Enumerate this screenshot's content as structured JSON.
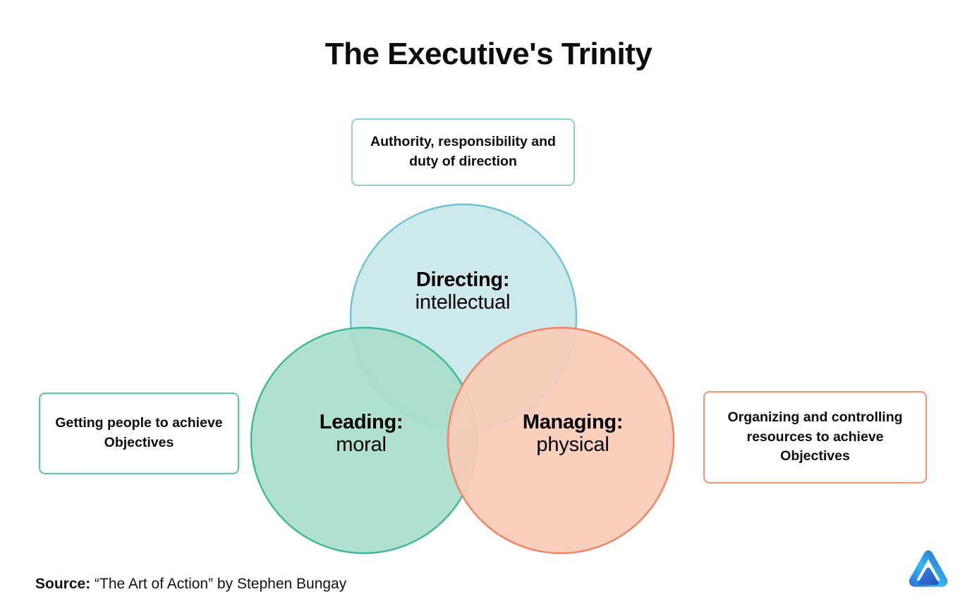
{
  "page": {
    "title": "The Executive's Trinity",
    "background": "#ffffff"
  },
  "diagram": {
    "type": "venn",
    "circles": [
      {
        "id": "directing",
        "title": "Directing:",
        "subtitle": "intellectual",
        "fill": "#c9e7ea",
        "stroke": "#6cc4cf"
      },
      {
        "id": "leading",
        "title": "Leading:",
        "subtitle": "moral",
        "fill": "#a9ddcb",
        "stroke": "#3fb796"
      },
      {
        "id": "managing",
        "title": "Managing:",
        "subtitle": "physical",
        "fill": "#fbcbb7",
        "stroke": "#f4825f"
      }
    ]
  },
  "callouts": {
    "top": {
      "text": "Authority, responsibility and duty of direction",
      "border_color": "#8ecfd9"
    },
    "left": {
      "text": "Getting people to achieve Objectives",
      "border_color": "#5cc5a7"
    },
    "right": {
      "text": "Organizing and controlling resources to achieve Objectives",
      "border_color": "#f09472"
    }
  },
  "source": {
    "label": "Source:",
    "text": " “The Art of Action” by Stephen Bungay"
  },
  "logo": {
    "name": "triangle-logo",
    "color_light": "#37b7f0",
    "color_mid": "#2a8fe6",
    "color_dark": "#2b5fc4"
  }
}
